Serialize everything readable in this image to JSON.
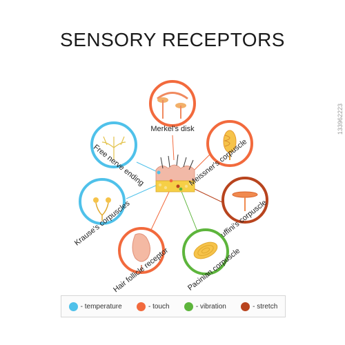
{
  "title": "SENSORY RECEPTORS",
  "colors": {
    "temperature": "#4fc1ea",
    "touch": "#f26a3d",
    "vibration": "#5db53c",
    "stretch": "#b8441e",
    "skin_top": "#f2b9a7",
    "fat": "#f6cf46"
  },
  "receptors": [
    {
      "id": "merkel",
      "label": "Merkel's disk",
      "type": "touch"
    },
    {
      "id": "meissner",
      "label": "Meissner's corpuscle",
      "type": "touch"
    },
    {
      "id": "ruffini",
      "label": "Ruffini's corpuscle",
      "type": "stretch"
    },
    {
      "id": "pacinian",
      "label": "Pacinian corpuscle",
      "type": "vibration"
    },
    {
      "id": "hair",
      "label": "Hair follicle receptor",
      "type": "touch"
    },
    {
      "id": "krause",
      "label": "Krause's  corpuscles",
      "type": "temperature"
    },
    {
      "id": "free",
      "label": "Free nerve ending",
      "type": "temperature"
    }
  ],
  "legend": [
    {
      "label": "- temperature",
      "color": "#4fc1ea"
    },
    {
      "label": "- touch",
      "color": "#f26a3d"
    },
    {
      "label": "- vibration",
      "color": "#5db53c"
    },
    {
      "label": "- stretch",
      "color": "#b8441e"
    }
  ],
  "stock_id": "133962223"
}
